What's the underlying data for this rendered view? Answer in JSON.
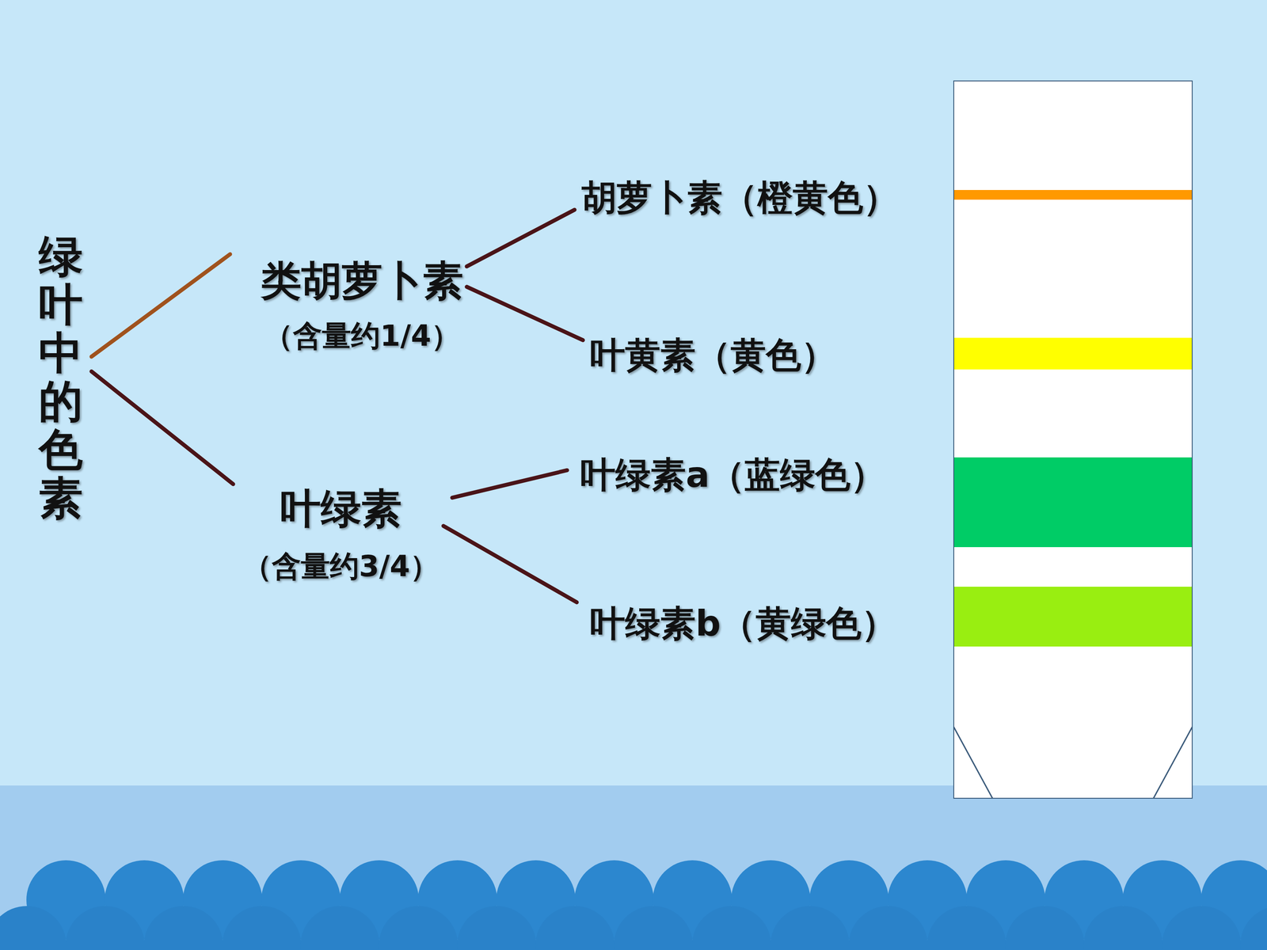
{
  "diagram": {
    "nodes": [
      {
        "text": [
          "绿叶中的色素"
        ]
      },
      {
        "text": [
          "类胡萝卜素",
          "（含量约1/4）"
        ]
      },
      {
        "text": [
          "叶绿素",
          "（含量约3/4）"
        ]
      },
      {
        "text": [
          "胡萝卜素（橙黄色）"
        ]
      },
      {
        "text": [
          "叶黄素（黄色）"
        ]
      },
      {
        "text": [
          "叶绿素a（蓝绿色）"
        ]
      },
      {
        "text": [
          "叶绿素b（黄绿色）"
        ]
      }
    ],
    "edges": [
      {
        "from": 0,
        "to": 1,
        "arrow": "none"
      },
      {
        "from": 0,
        "to": 2,
        "arrow": "none"
      },
      {
        "from": 1,
        "to": 3,
        "arrow": "none"
      },
      {
        "from": 1,
        "to": 4,
        "arrow": "none"
      },
      {
        "from": 2,
        "to": 5,
        "arrow": "none"
      },
      {
        "from": 2,
        "to": 6,
        "arrow": "none"
      }
    ]
  }
}
